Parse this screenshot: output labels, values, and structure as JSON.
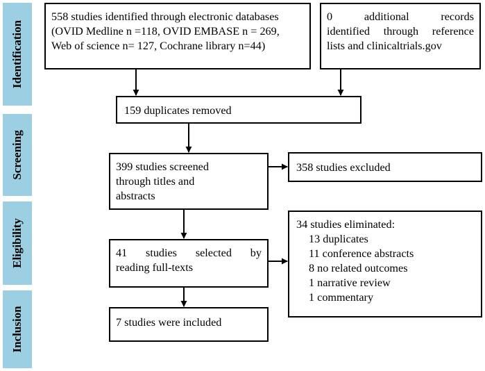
{
  "phases": {
    "identification": "Identification",
    "screening": "Screening",
    "eligibility": "Eligibility",
    "inclusion": "Inclusion"
  },
  "boxes": {
    "databases": {
      "lines": [
        "558 studies identified through electronic databases",
        "(OVID Medline n =118, OVID EMBASE n = 269,",
        "Web of science n= 127, Cochrane library n=44)"
      ]
    },
    "additional": {
      "line1_words": [
        "0",
        "additional",
        "records"
      ],
      "line2": "identified through reference",
      "line3": "lists and clinicaltrials.gov"
    },
    "duplicates": {
      "text": "159 duplicates removed"
    },
    "screened": {
      "lines": [
        "399 studies screened",
        "through titles and",
        "abstracts"
      ]
    },
    "excluded": {
      "text": "358 studies excluded"
    },
    "selected": {
      "line1_words": [
        "41",
        "studies",
        "selected",
        "by"
      ],
      "line2": "reading full-texts"
    },
    "eliminated": {
      "title": "34 studies eliminated:",
      "items": [
        "13 duplicates",
        "11 conference abstracts",
        "8 no related outcomes",
        "1 narrative review",
        "1 commentary"
      ]
    },
    "included": {
      "text": "7 studies were included"
    }
  },
  "colors": {
    "phase_band": "#9dcfe3",
    "border": "#000000",
    "arrow": "#000000"
  }
}
